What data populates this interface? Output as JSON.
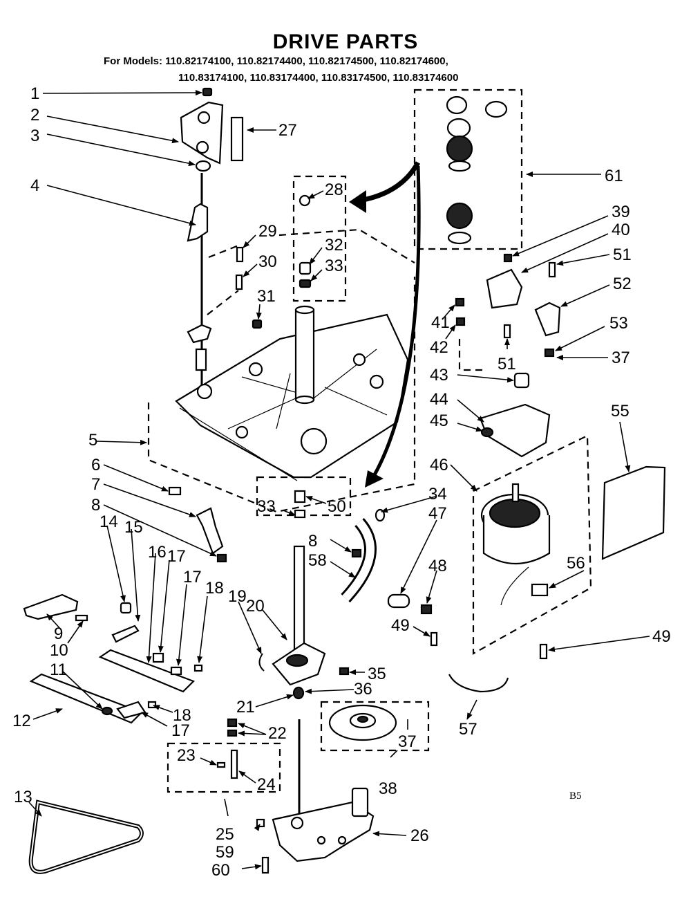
{
  "header": {
    "title": "DRIVE PARTS",
    "models_line_1": "For Models: 110.82174100, 110.82174400, 110.82174500, 110.82174600,",
    "models_line_2": "110.83174100, 110.83174400, 110.83174500, 110.83174600"
  },
  "callouts": {
    "c1": "1",
    "c2": "2",
    "c3": "3",
    "c4": "4",
    "c5": "5",
    "c6": "6",
    "c7": "7",
    "c8a": "8",
    "c8b": "8",
    "c9": "9",
    "c10": "10",
    "c11": "11",
    "c12": "12",
    "c13": "13",
    "c14": "14",
    "c15": "15",
    "c16": "16",
    "c17a": "17",
    "c17b": "17",
    "c17c": "17",
    "c18a": "18",
    "c18b": "18",
    "c19": "19",
    "c20": "20",
    "c21": "21",
    "c22": "22",
    "c23": "23",
    "c24": "24",
    "c25": "25",
    "c26": "26",
    "c27": "27",
    "c28": "28",
    "c29": "29",
    "c30": "30",
    "c31": "31",
    "c32": "32",
    "c33a": "33",
    "c33b": "33",
    "c34": "34",
    "c35": "35",
    "c36": "36",
    "c37a": "37",
    "c37b": "37",
    "c38": "38",
    "c39": "39",
    "c40": "40",
    "c41": "41",
    "c42": "42",
    "c43": "43",
    "c44": "44",
    "c45": "45",
    "c46": "46",
    "c47": "47",
    "c48": "48",
    "c49a": "49",
    "c49b": "49",
    "c50": "50",
    "c51a": "51",
    "c51b": "51",
    "c52": "52",
    "c53": "53",
    "c55": "55",
    "c56": "56",
    "c57": "57",
    "c58": "58",
    "c59": "59",
    "c60": "60",
    "c61": "61"
  },
  "footer": {
    "code": "B5"
  }
}
